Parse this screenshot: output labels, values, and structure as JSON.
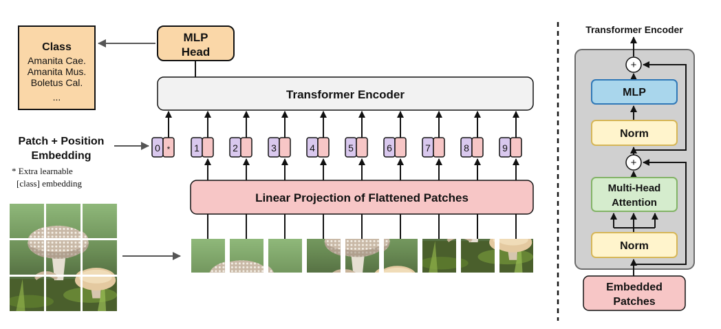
{
  "main": {
    "class_box": {
      "title": "Class",
      "items": [
        "Amanita Cae.",
        "Amanita Mus.",
        "Boletus Cal.",
        "..."
      ]
    },
    "mlp_head": {
      "line1": "MLP",
      "line2": "Head"
    },
    "transformer_encoder": "Transformer Encoder",
    "patch_embedding_label": {
      "line1": "Patch + Position",
      "line2": "Embedding"
    },
    "footnote": {
      "line1": "* Extra learnable",
      "line2": "[class] embedding"
    },
    "class_token_marker": "*",
    "positions": [
      "0",
      "1",
      "2",
      "3",
      "4",
      "5",
      "6",
      "7",
      "8",
      "9"
    ],
    "linear_projection": "Linear Projection of Flattened Patches"
  },
  "encoder_detail": {
    "title": "Transformer Encoder",
    "mlp": "MLP",
    "norm_top": "Norm",
    "plus_symbol": "+",
    "attention": {
      "line1": "Multi-Head",
      "line2": "Attention"
    },
    "norm_bottom": "Norm",
    "embedded_patches": {
      "line1": "Embedded",
      "line2": "Patches"
    }
  },
  "colors": {
    "orange_box": "#FAD7A8",
    "encoder_box": "#F2F2F2",
    "position_box": "#D9C8EE",
    "patch_box": "#F7C6C6",
    "projection_box": "#F7C6C6",
    "encoder_panel": "#D0D0D0",
    "mlp_box": "#A9D6EC",
    "norm_box": "#FFF4CC",
    "attention_box": "#D5ECCD"
  },
  "icons": {
    "arrow": "arrow-icon",
    "plus": "residual-add-icon",
    "image": "mushroom-image"
  }
}
